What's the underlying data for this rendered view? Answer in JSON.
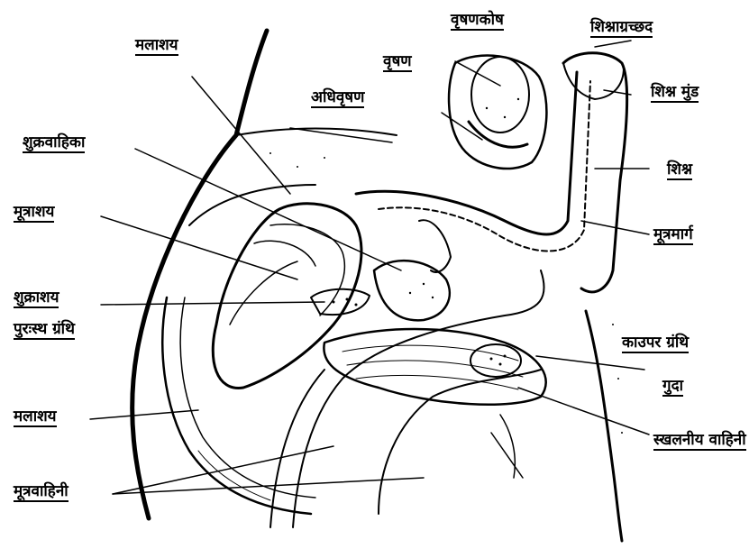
{
  "diagram": {
    "labels": {
      "rectum_top": "मलाशय",
      "urinary_bladder": "मूत्राशय",
      "vas_deferens": "शुक्रवाहिका",
      "ureter_opening": "मूत्रवाहिनी",
      "seminal_vesicle": "शुक्राशय",
      "prostate": "पुरःस्थ ग्रंथि",
      "rectum": "मलाशय",
      "penis": "शिश्न",
      "anus": "गुदा",
      "testis": "वृषण",
      "scrotum": "वृषणकोष",
      "epididymis": "अधिवृषण",
      "urethra": "मूत्रमार्ग",
      "glans_penis": "शिश्न मुंड",
      "foreskin": "शिश्नाग्रच्छद",
      "cowper_gland": "काउपर ग्रंथि",
      "ejaculatory_duct": "स्खलनीय वाहिनी"
    },
    "stroke_color": "#000000",
    "background": "#ffffff"
  }
}
